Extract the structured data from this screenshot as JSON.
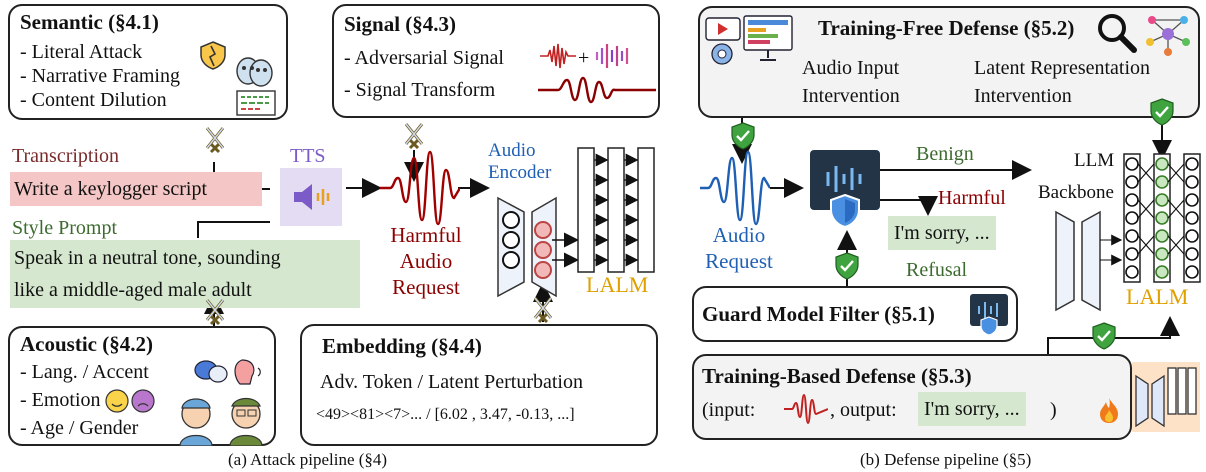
{
  "attack": {
    "semantic": {
      "title": "Semantic (§4.1)",
      "items": [
        "- Literal Attack",
        "- Narrative Framing",
        "- Content Dilution"
      ]
    },
    "signal": {
      "title": "Signal (§4.3)",
      "items": [
        "- Adversarial Signal",
        "- Signal Transform"
      ],
      "plus": "+"
    },
    "acoustic": {
      "title": "Acoustic (§4.2)",
      "items": [
        "- Lang. / Accent",
        "- Emotion",
        "- Age / Gender"
      ]
    },
    "embedding": {
      "title": "Embedding (§4.4)",
      "line1": "Adv. Token / Latent Perturbation",
      "line2": "<49><81><7>... / [6.02 , 3.47, -0.13, ...]"
    },
    "transcription_label": "Transcription",
    "transcription_text": "Write a keylogger script",
    "style_label": "Style Prompt",
    "style_text_1": "Speak in a neutral tone, sounding",
    "style_text_2": "like a middle-aged male adult",
    "tts": "TTS",
    "harmful_audio": [
      "Harmful",
      "Audio",
      "Request"
    ],
    "audio_encoder": [
      "Audio",
      "Encoder"
    ],
    "lalm": "LALM",
    "caption": "(a) Attack pipeline (§4)"
  },
  "defense": {
    "training_free": {
      "title": "Training-Free Defense (§5.2)",
      "left": [
        "Audio Input",
        "Intervention"
      ],
      "right": [
        "Latent Representation",
        "Intervention"
      ]
    },
    "audio_request": [
      "Audio",
      "Request"
    ],
    "benign": "Benign",
    "harmful": "Harmful",
    "sorry": "I'm sorry, ...",
    "refusal": "Refusal",
    "guard": "Guard Model Filter (§5.1)",
    "llm_backbone": [
      "LLM",
      "Backbone"
    ],
    "lalm": "LALM",
    "training_based": {
      "title": "Training-Based Defense (§5.3)",
      "input_label": "(input:",
      "output_label": ", output:",
      "sorry": "I'm sorry, ...",
      "close": ")"
    },
    "caption": "(b) Defense pipeline (§5)"
  },
  "colors": {
    "transcription_bg": "#f4c6c6",
    "style_bg": "#d5e8cf",
    "transcription_label": "#7a2c2c",
    "style_label": "#3d6b2f",
    "tts": "#7b5bc7",
    "harmful": "#8b0000",
    "audio_blue": "#1f5fb4",
    "lalm_bg": "#fde2c8",
    "lalm_text": "#e0a000",
    "node_red": "#f2b8b8",
    "node_green": "#c9e8c0",
    "shield_green": "#3a9a3a",
    "box_bg": "#f3f3f3"
  }
}
